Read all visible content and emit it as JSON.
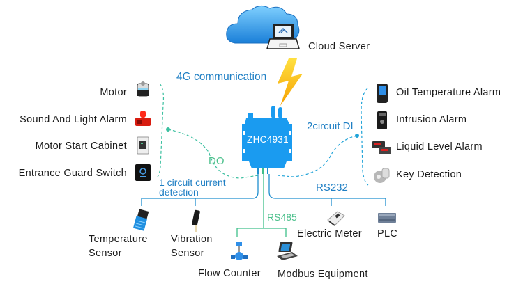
{
  "diagram": {
    "title_node": {
      "label": "Cloud Server",
      "icon": "cloud-laptop-icon"
    },
    "uplink": {
      "label": "4G communication",
      "icon": "lightning-icon"
    },
    "device": {
      "label": "ZHC4931"
    },
    "do_group": {
      "label": "DO",
      "items": [
        {
          "label": "Motor",
          "icon": "motor-icon"
        },
        {
          "label": "Sound And Light Alarm",
          "icon": "alarm-light-icon"
        },
        {
          "label": "Motor Start Cabinet",
          "icon": "cabinet-icon"
        },
        {
          "label": "Entrance Guard Switch",
          "icon": "access-switch-icon"
        }
      ]
    },
    "di_group": {
      "label": "2circuit DI",
      "items": [
        {
          "label": "Oil Temperature Alarm",
          "icon": "oil-temp-alarm-icon"
        },
        {
          "label": "Intrusion Alarm",
          "icon": "intrusion-alarm-icon"
        },
        {
          "label": "Liquid Level Alarm",
          "icon": "liquid-level-icon"
        },
        {
          "label": "Key Detection",
          "icon": "key-detection-icon"
        }
      ]
    },
    "current_group": {
      "label_line1": "1 circuit current",
      "label_line2": "detection",
      "items": [
        {
          "label_line1": "Temperature",
          "label_line2": "Sensor",
          "icon": "temperature-sensor-icon"
        },
        {
          "label_line1": "Vibration",
          "label_line2": "Sensor",
          "icon": "vibration-sensor-icon"
        }
      ]
    },
    "rs485_group": {
      "label": "RS485",
      "items": [
        {
          "label": "Flow Counter",
          "icon": "flow-counter-icon"
        },
        {
          "label": "Modbus Equipment",
          "icon": "modbus-equipment-icon"
        }
      ]
    },
    "rs232_group": {
      "label": "RS232",
      "items": [
        {
          "label": "Electric Meter",
          "icon": "electric-meter-icon"
        },
        {
          "label": "PLC",
          "icon": "plc-icon"
        }
      ]
    },
    "colors": {
      "device_blue": "#1a9bf0",
      "blue_line": "#1f8fcf",
      "green_line": "#3fbf8a",
      "dashed_teal": "#3cc0a0",
      "lightning": "#ffd21a"
    }
  }
}
